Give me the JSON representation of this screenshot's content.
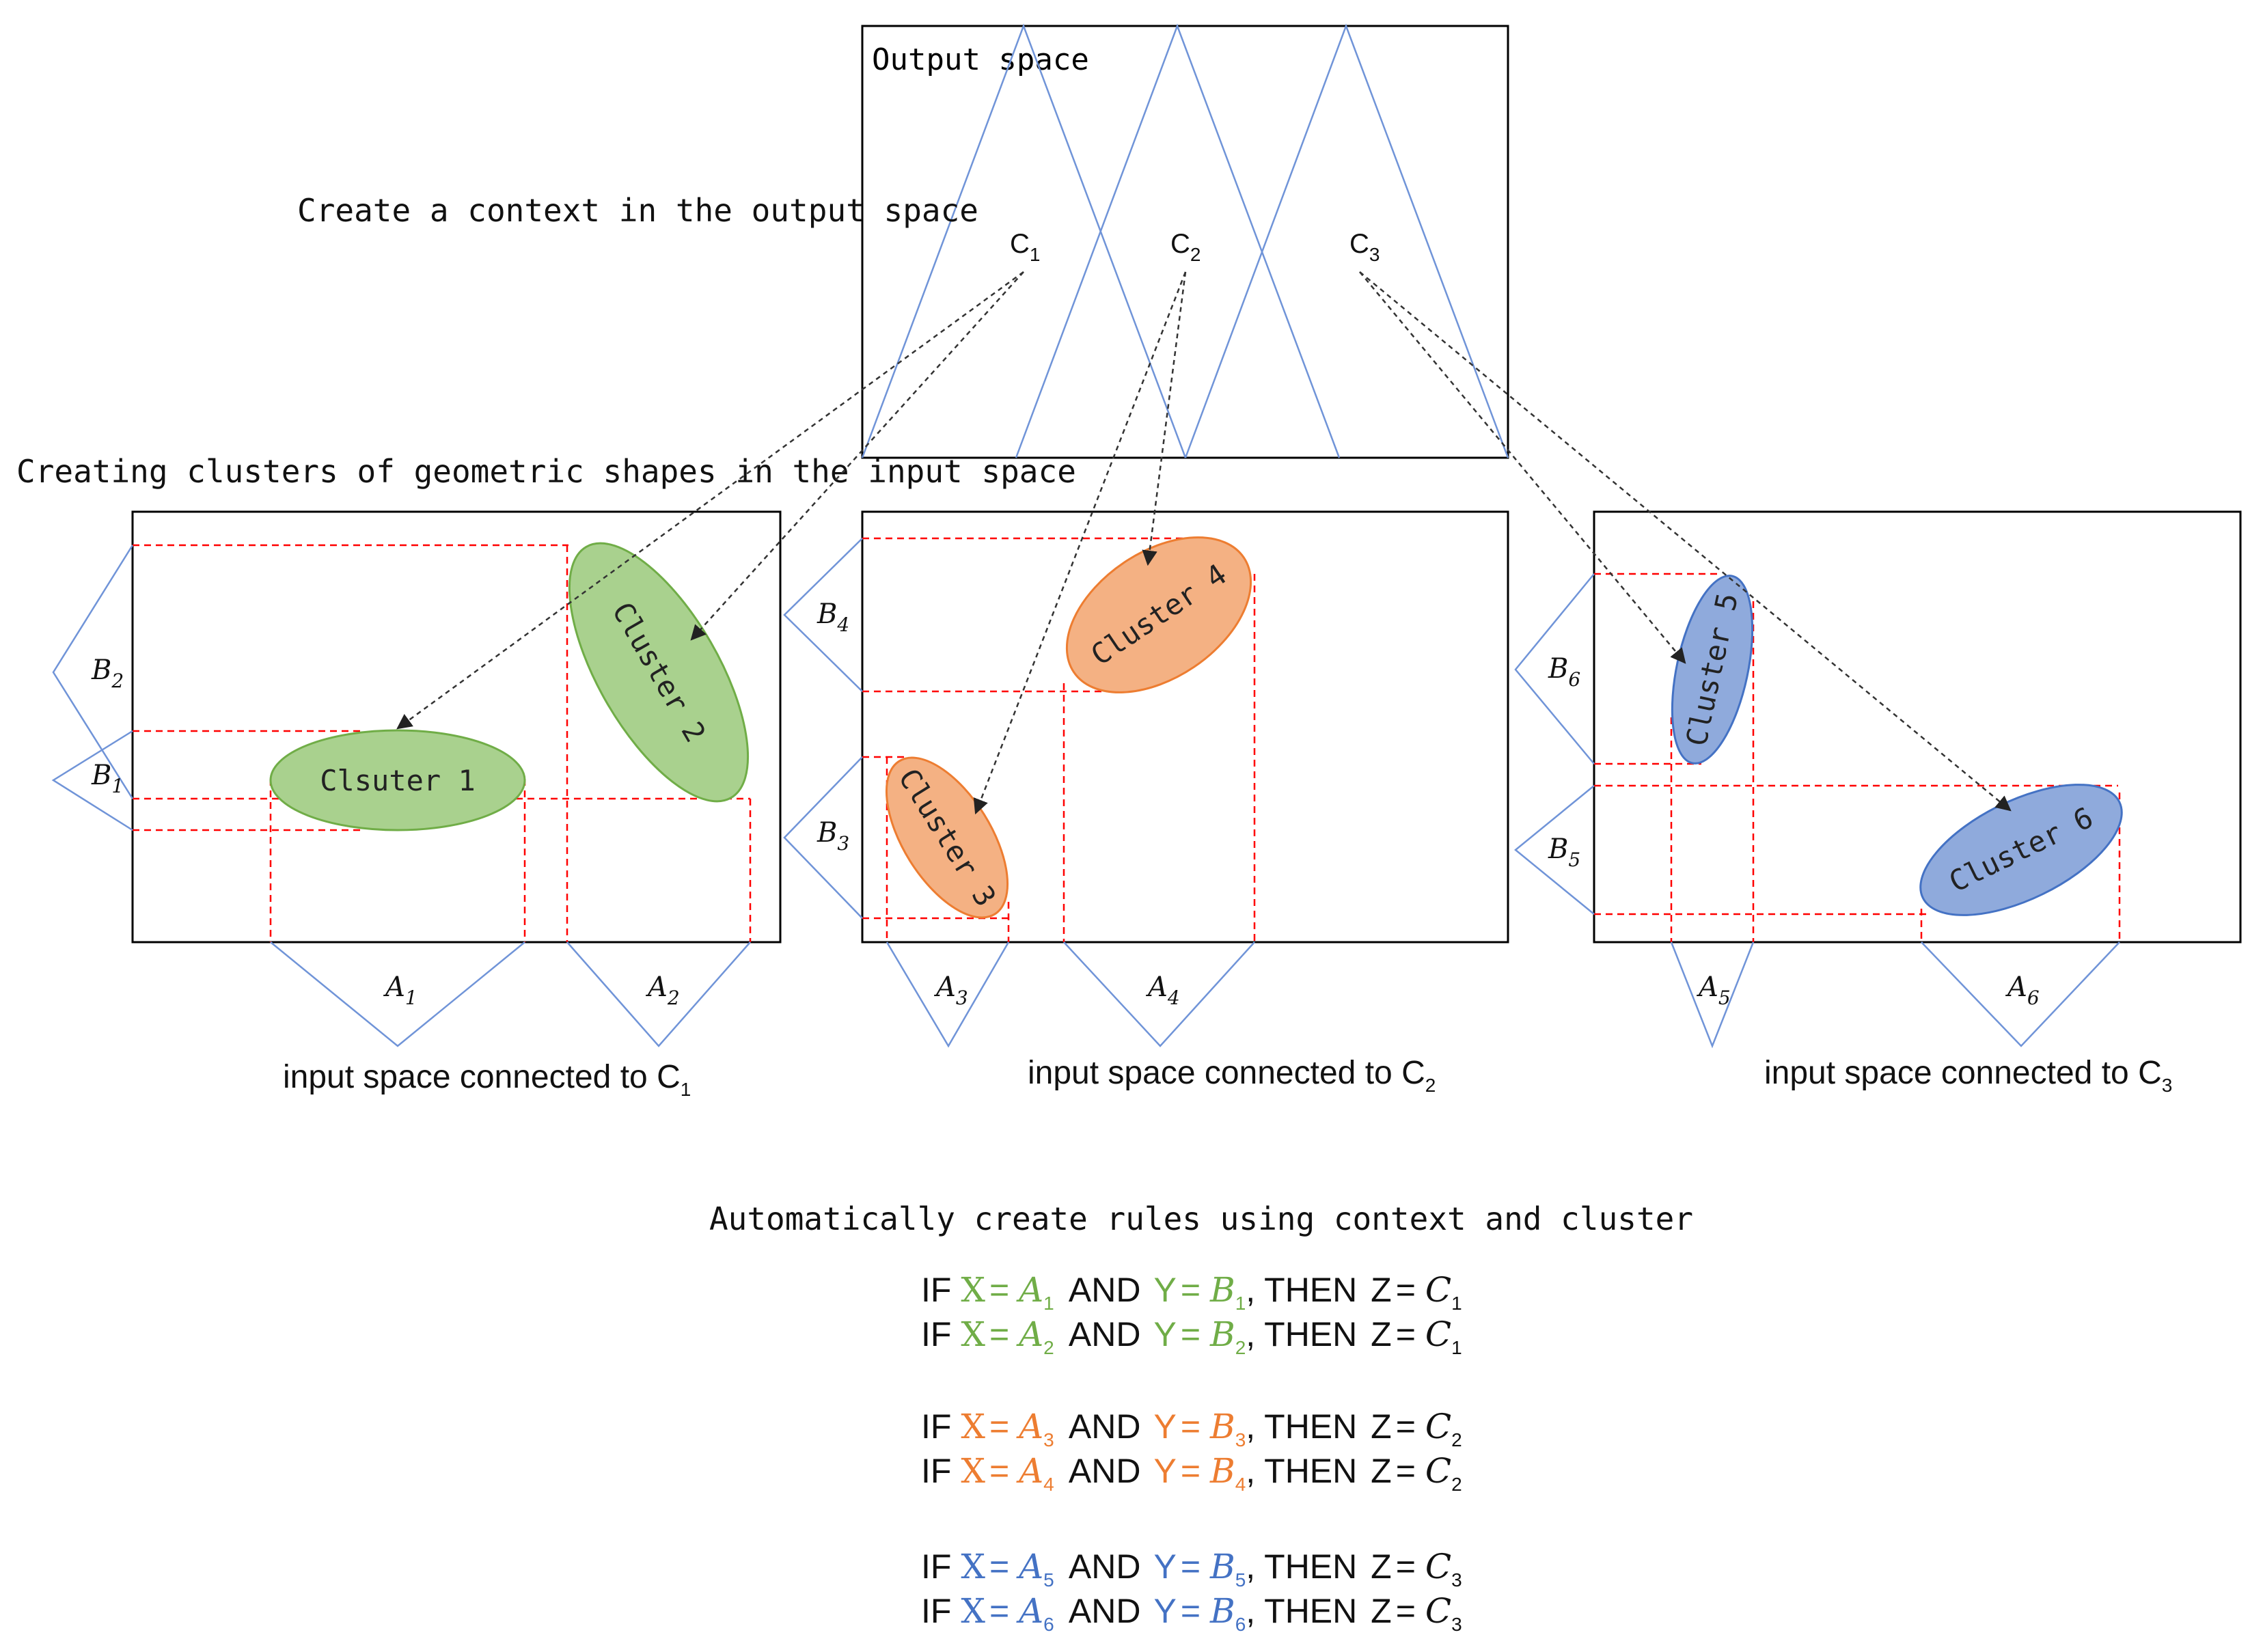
{
  "headings": {
    "output_context": "Create a context in the output space",
    "input_clusters": "Creating clusters of geometric shapes in the input space",
    "rules_title": "Automatically create rules using context and cluster"
  },
  "output_space": {
    "title": "Output space",
    "contexts": [
      {
        "name": "C",
        "sub": "1"
      },
      {
        "name": "C",
        "sub": "2"
      },
      {
        "name": "C",
        "sub": "3"
      }
    ]
  },
  "panels": [
    {
      "caption": "input space connected to ",
      "caption_ctx": {
        "name": "C",
        "sub": "1"
      },
      "x_sets": [
        {
          "name": "A",
          "sub": "1"
        },
        {
          "name": "A",
          "sub": "2"
        }
      ],
      "y_sets": [
        {
          "name": "B",
          "sub": "2"
        },
        {
          "name": "B",
          "sub": "1"
        }
      ],
      "clusters": [
        "Clsuter 1",
        "Cluster 2"
      ]
    },
    {
      "caption": "input space connected to ",
      "caption_ctx": {
        "name": "C",
        "sub": "2"
      },
      "x_sets": [
        {
          "name": "A",
          "sub": "3"
        },
        {
          "name": "A",
          "sub": "4"
        }
      ],
      "y_sets": [
        {
          "name": "B",
          "sub": "4"
        },
        {
          "name": "B",
          "sub": "3"
        }
      ],
      "clusters": [
        "Cluster 3",
        "Cluster 4"
      ]
    },
    {
      "caption": "input space connected to ",
      "caption_ctx": {
        "name": "C",
        "sub": "3"
      },
      "x_sets": [
        {
          "name": "A",
          "sub": "5"
        },
        {
          "name": "A",
          "sub": "6"
        }
      ],
      "y_sets": [
        {
          "name": "B",
          "sub": "6"
        },
        {
          "name": "B",
          "sub": "5"
        }
      ],
      "clusters": [
        "Cluster 5",
        "Cluster 6"
      ]
    }
  ],
  "rules": [
    {
      "if": "IF",
      "x": "X",
      "eq": "=",
      "a": "A",
      "a_sub": "1",
      "and": "AND",
      "y": "Y",
      "b": "B",
      "b_sub": "1",
      "then": ", THEN",
      "z": "Z",
      "c": "C",
      "c_sub": "1"
    },
    {
      "if": "IF",
      "x": "X",
      "eq": "=",
      "a": "A",
      "a_sub": "2",
      "and": "AND",
      "y": "Y",
      "b": "B",
      "b_sub": "2",
      "then": ", THEN",
      "z": "Z",
      "c": "C",
      "c_sub": "1"
    },
    {
      "if": "IF",
      "x": "X",
      "eq": "=",
      "a": "A",
      "a_sub": "3",
      "and": "AND",
      "y": "Y",
      "b": "B",
      "b_sub": "3",
      "then": ", THEN",
      "z": "Z",
      "c": "C",
      "c_sub": "2"
    },
    {
      "if": "IF",
      "x": "X",
      "eq": "=",
      "a": "A",
      "a_sub": "4",
      "and": "AND",
      "y": "Y",
      "b": "B",
      "b_sub": "4",
      "then": ", THEN",
      "z": "Z",
      "c": "C",
      "c_sub": "2"
    },
    {
      "if": "IF",
      "x": "X",
      "eq": "=",
      "a": "A",
      "a_sub": "5",
      "and": "AND",
      "y": "Y",
      "b": "B",
      "b_sub": "5",
      "then": ", THEN",
      "z": "Z",
      "c": "C",
      "c_sub": "3"
    },
    {
      "if": "IF",
      "x": "X",
      "eq": "=",
      "a": "A",
      "a_sub": "6",
      "and": "AND",
      "y": "Y",
      "b": "B",
      "b_sub": "6",
      "then": ", THEN",
      "z": "Z",
      "c": "C",
      "c_sub": "3"
    }
  ],
  "colors": {
    "green": "#70ad47",
    "green_fill": "#a9d18e",
    "orange": "#ed7d31",
    "orange_fill": "#f4b183",
    "blue": "#4472c4",
    "blue_fill": "#8faadc",
    "mf_line": "#7094d8",
    "dashed_red": "#ff0000",
    "arrow": "#333333"
  }
}
